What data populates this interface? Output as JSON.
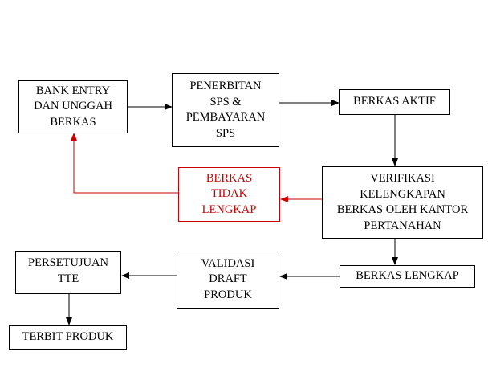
{
  "flowchart": {
    "nodes": {
      "bank_entry": "BANK ENTRY\nDAN UNGGAH\nBERKAS",
      "penerbitan_sps": "PENERBITAN\nSPS &\nPEMBAYARAN\nSPS",
      "berkas_aktif": "BERKAS AKTIF",
      "verifikasi": "VERIFIKASI\nKELENGKAPAN\nBERKAS OLEH KANTOR\nPERTANAHAN",
      "berkas_tidak_lengkap": "BERKAS\nTIDAK\nLENGKAP",
      "berkas_lengkap": "BERKAS LENGKAP",
      "validasi_draft": "VALIDASI\nDRAFT\nPRODUK",
      "persetujuan_tte": "PERSETUJUAN\nTTE",
      "terbit_produk": "TERBIT PRODUK"
    }
  },
  "colors": {
    "default": "#000000",
    "rejection": "#cc0000"
  }
}
